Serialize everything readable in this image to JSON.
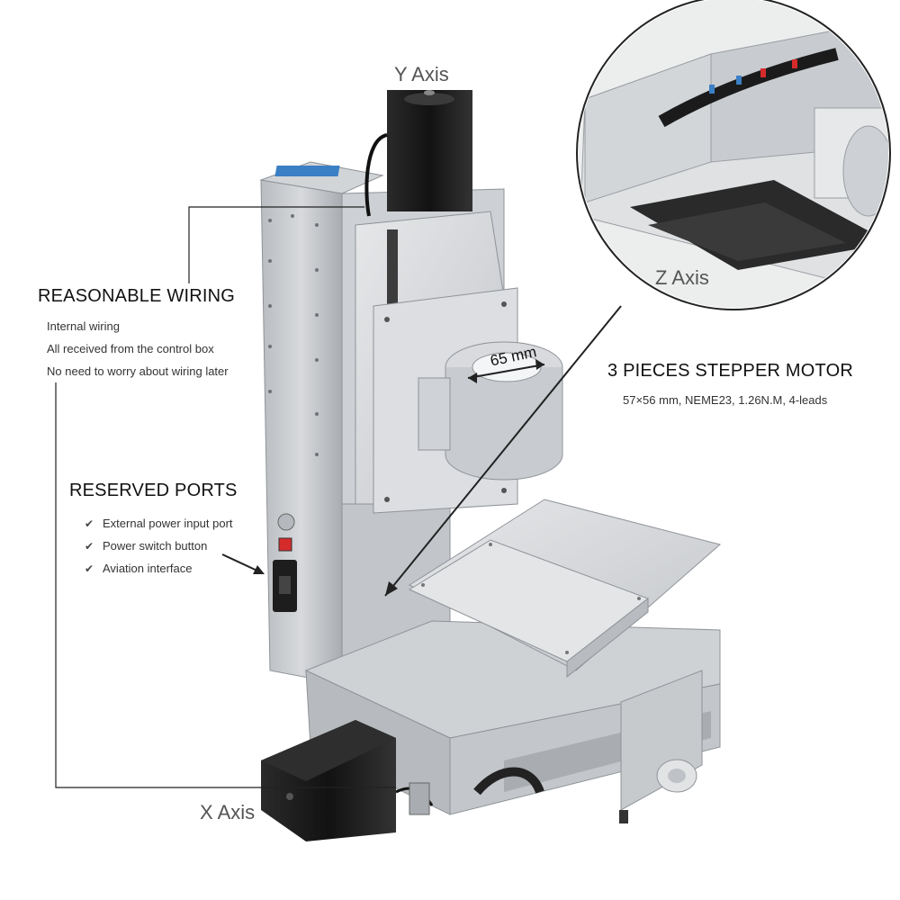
{
  "labels": {
    "y_axis": "Y Axis",
    "z_axis": "Z Axis",
    "x_axis": "X Axis",
    "spindle_dim": "65 mm"
  },
  "wiring": {
    "title": "REASONABLE WIRING",
    "lines": [
      "Internal wiring",
      "All received from the control box",
      "No need to worry about wiring later"
    ]
  },
  "ports": {
    "title": "RESERVED PORTS",
    "items": [
      "External power input port",
      "Power switch button",
      "Aviation interface"
    ],
    "bullet_icon": "check-icon"
  },
  "motor": {
    "title": "3 PIECES STEPPER MOTOR",
    "spec": "57×56 mm, NEME23, 1.26N.M, 4-leads"
  },
  "colors": {
    "aluminum": "#c9ccd0",
    "aluminum_light": "#dfe1e4",
    "aluminum_dark": "#9ea2a7",
    "motor": "#1c1c1c",
    "accent_blue": "#3b7fc4",
    "switch_red": "#d62b2b"
  }
}
